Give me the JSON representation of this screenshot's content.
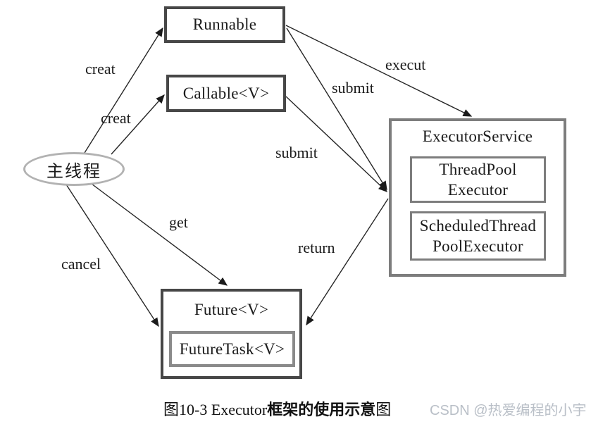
{
  "diagram": {
    "nodes": {
      "main_thread": "主线程",
      "runnable": "Runnable",
      "callable": "Callable<V>",
      "executor_service": "ExecutorService",
      "thread_pool_executor": {
        "line1": "ThreadPool",
        "line2": "Executor"
      },
      "scheduled_thread_pool_executor": {
        "line1": "ScheduledThread",
        "line2": "PoolExecutor"
      },
      "future": "Future<V>",
      "future_task": "FutureTask<V>"
    },
    "edge_labels": {
      "creat_runnable": "creat",
      "creat_callable": "creat",
      "execut": "execut",
      "submit_runnable": "submit",
      "submit_callable": "submit",
      "get": "get",
      "cancel": "cancel",
      "return": "return"
    }
  },
  "caption": {
    "prefix": "图10-3  Executor",
    "bold": "框架的使用示意",
    "suffix": "图"
  },
  "watermark": "CSDN @热爱编程的小宇",
  "colors": {
    "dark_border": "#474747",
    "mid_border": "#7d7d7d",
    "inner_future_border": "#8a8a8a",
    "ellipse_border": "#b2b2b2",
    "line": "#262626",
    "text": "#1b1b1b",
    "watermark_text": "#b9bfc7",
    "background": "#ffffff"
  }
}
